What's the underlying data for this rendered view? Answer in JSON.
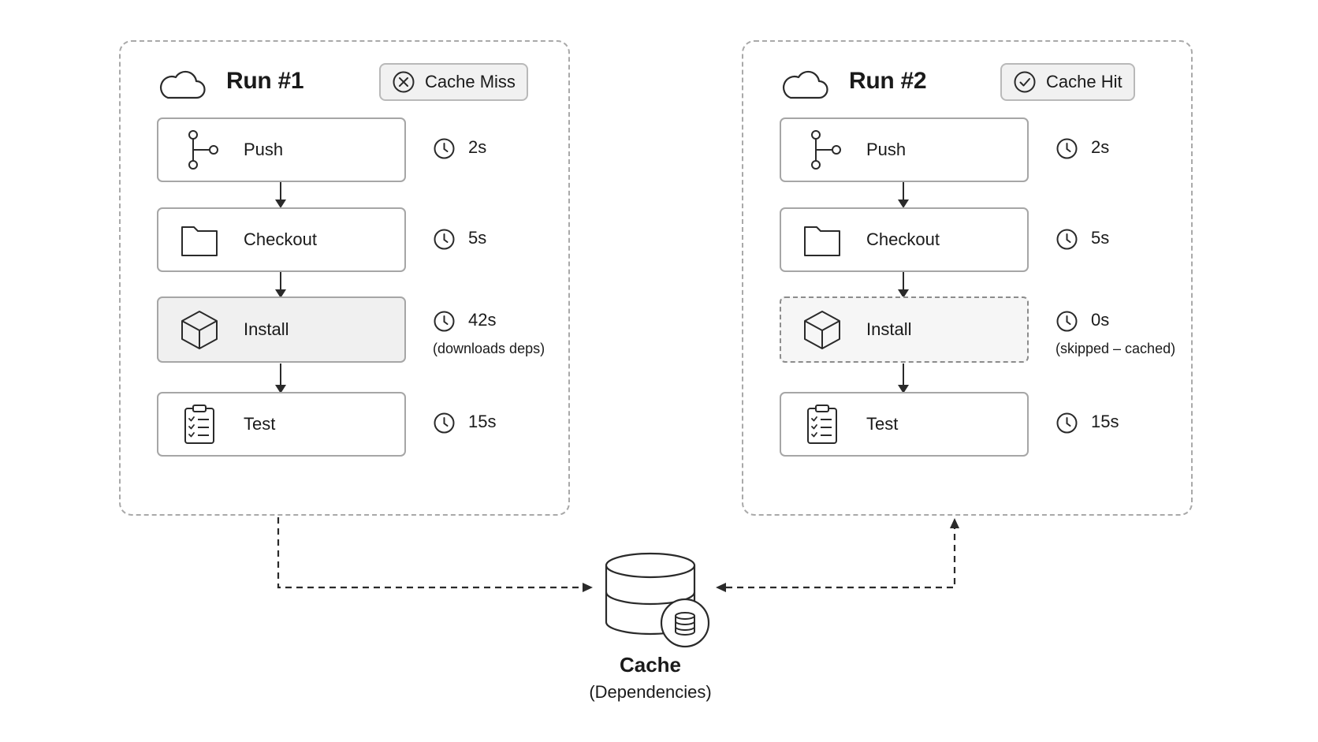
{
  "runs": [
    {
      "title": "Run #1",
      "badge": {
        "label": "Cache Miss",
        "icon": "x-circle-icon"
      },
      "steps": [
        {
          "label": "Push",
          "icon": "git-branch-icon",
          "time": "2s",
          "note": ""
        },
        {
          "label": "Checkout",
          "icon": "folder-icon",
          "time": "5s",
          "note": ""
        },
        {
          "label": "Install",
          "icon": "package-icon",
          "time": "42s",
          "note": "(downloads deps)"
        },
        {
          "label": "Test",
          "icon": "clipboard-checklist-icon",
          "time": "15s",
          "note": ""
        }
      ]
    },
    {
      "title": "Run #2",
      "badge": {
        "label": "Cache Hit",
        "icon": "check-circle-icon"
      },
      "steps": [
        {
          "label": "Push",
          "icon": "git-branch-icon",
          "time": "2s",
          "note": ""
        },
        {
          "label": "Checkout",
          "icon": "folder-icon",
          "time": "5s",
          "note": ""
        },
        {
          "label": "Install",
          "icon": "package-icon",
          "time": "0s",
          "note": "(skipped – cached)"
        },
        {
          "label": "Test",
          "icon": "clipboard-checklist-icon",
          "time": "15s",
          "note": ""
        }
      ]
    }
  ],
  "cache": {
    "title": "Cache",
    "subtitle": "(Dependencies)",
    "icon": "database-icon"
  },
  "colors": {
    "stroke": "#2a2a2a",
    "border": "#a6a6a6",
    "dashed": "#a9a9a9",
    "shade": "#f0f0f0"
  }
}
